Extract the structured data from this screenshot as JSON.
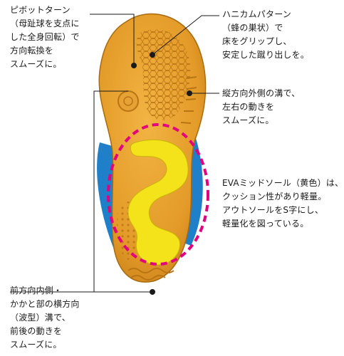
{
  "annotations": {
    "pivot": {
      "lines": [
        "ピボットターン",
        "（母趾球を支点に",
        "した全身回転）で",
        "方向転換を",
        "スムーズに。"
      ]
    },
    "honeycomb": {
      "lines": [
        "ハニカムパターン",
        "（蜂の巣状）で",
        "床をグリップし、",
        "安定した蹴り出しを。"
      ]
    },
    "outer_groove": {
      "lines": [
        "縦方向外側の溝で、",
        "左右の動きを",
        "スムーズに。"
      ]
    },
    "eva_midsole": {
      "lines": [
        "EVAミッドソール（黄色）は、",
        "クッション性があり軽量。",
        "アウトソールをS字にし、",
        "軽量化を図っている。"
      ]
    },
    "front_inner": {
      "lines": [
        "前方向内側・",
        "かかと部の横方向",
        "（波型）溝で、",
        "前後の動きを",
        "スムーズに。"
      ]
    }
  },
  "colors": {
    "outsole": "#e9a02c",
    "outsole_dark": "#c9821a",
    "midsole": "#f4e21a",
    "upper": "#1f7fc8",
    "highlight": "#e3007f",
    "leader": "#1a1a1a"
  }
}
